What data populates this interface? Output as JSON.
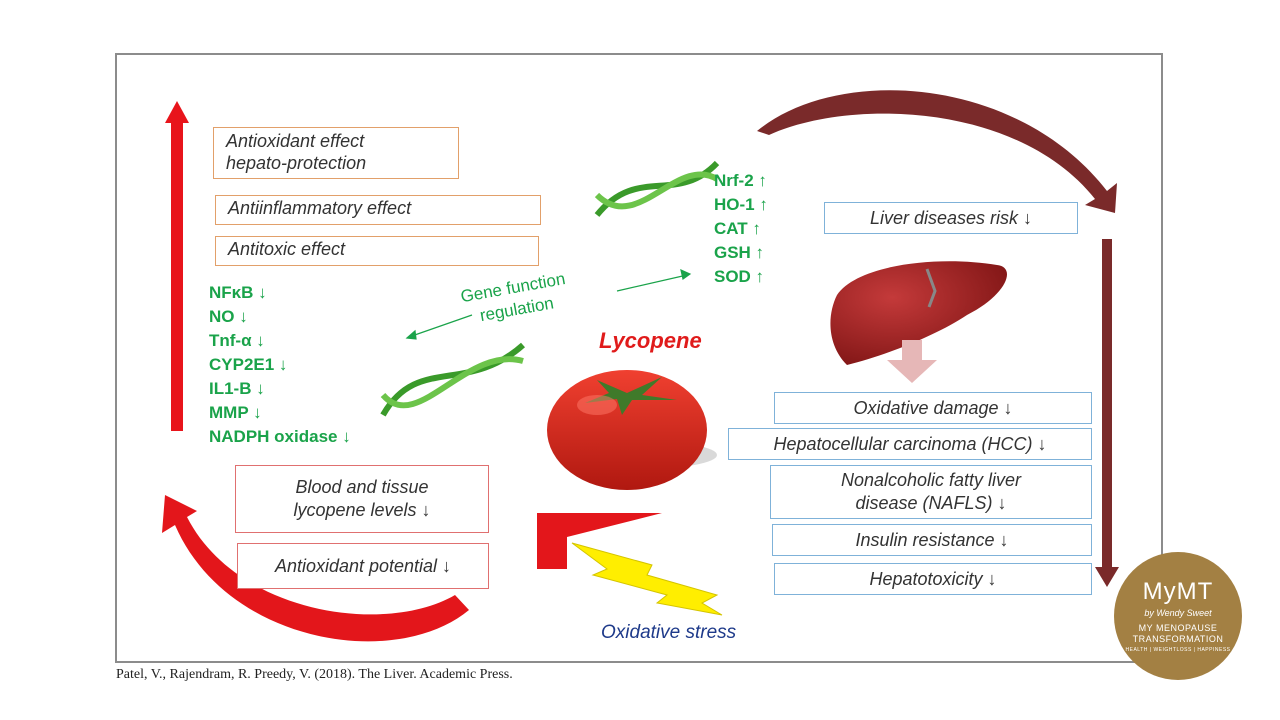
{
  "diagram": {
    "left_effects": [
      "Antioxidant effect\nhepato-protection",
      "Antiinflammatory effect",
      "Antitoxic effect"
    ],
    "downregulated": [
      "NFκB ↓",
      "NO ↓",
      "Tnf-α ↓",
      "CYP2E1 ↓",
      "IL1-B ↓",
      "MMP ↓",
      "NADPH oxidase ↓"
    ],
    "upregulated": [
      "Nrf-2 ↑",
      "HO-1 ↑",
      "CAT ↑",
      "GSH ↑",
      "SOD ↑"
    ],
    "gene_label": "Gene function\nregulation",
    "center_label": "Lycopene",
    "liver_risk": "Liver diseases risk ↓",
    "liver_outcomes": [
      "Oxidative damage ↓",
      "Hepatocellular carcinoma (HCC) ↓",
      "Nonalcoholic fatty liver\ndisease (NAFLS) ↓",
      "Insulin resistance ↓",
      "Hepatotoxicity ↓"
    ],
    "blood_levels": "Blood and tissue\nlycopene levels ↓",
    "antioxidant_potential": "Antioxidant potential ↓",
    "stress_label": "Oxidative stress"
  },
  "citation": "Patel, V., Rajendram, R. Preedy, V. (2018). The Liver. Academic Press.",
  "logo": {
    "brand": "MyMT",
    "byline": "by Wendy Sweet",
    "line1": "MY MENOPAUSE",
    "line2": "TRANSFORMATION",
    "tagline": "HEALTH | WEIGHTLOSS | HAPPINESS"
  },
  "colors": {
    "up_arrow": "#e8141b",
    "down_arrow": "#7a2a2a",
    "green_text": "#1aa34a",
    "lightning": "#ffee00",
    "logo_bg": "#a38043"
  }
}
